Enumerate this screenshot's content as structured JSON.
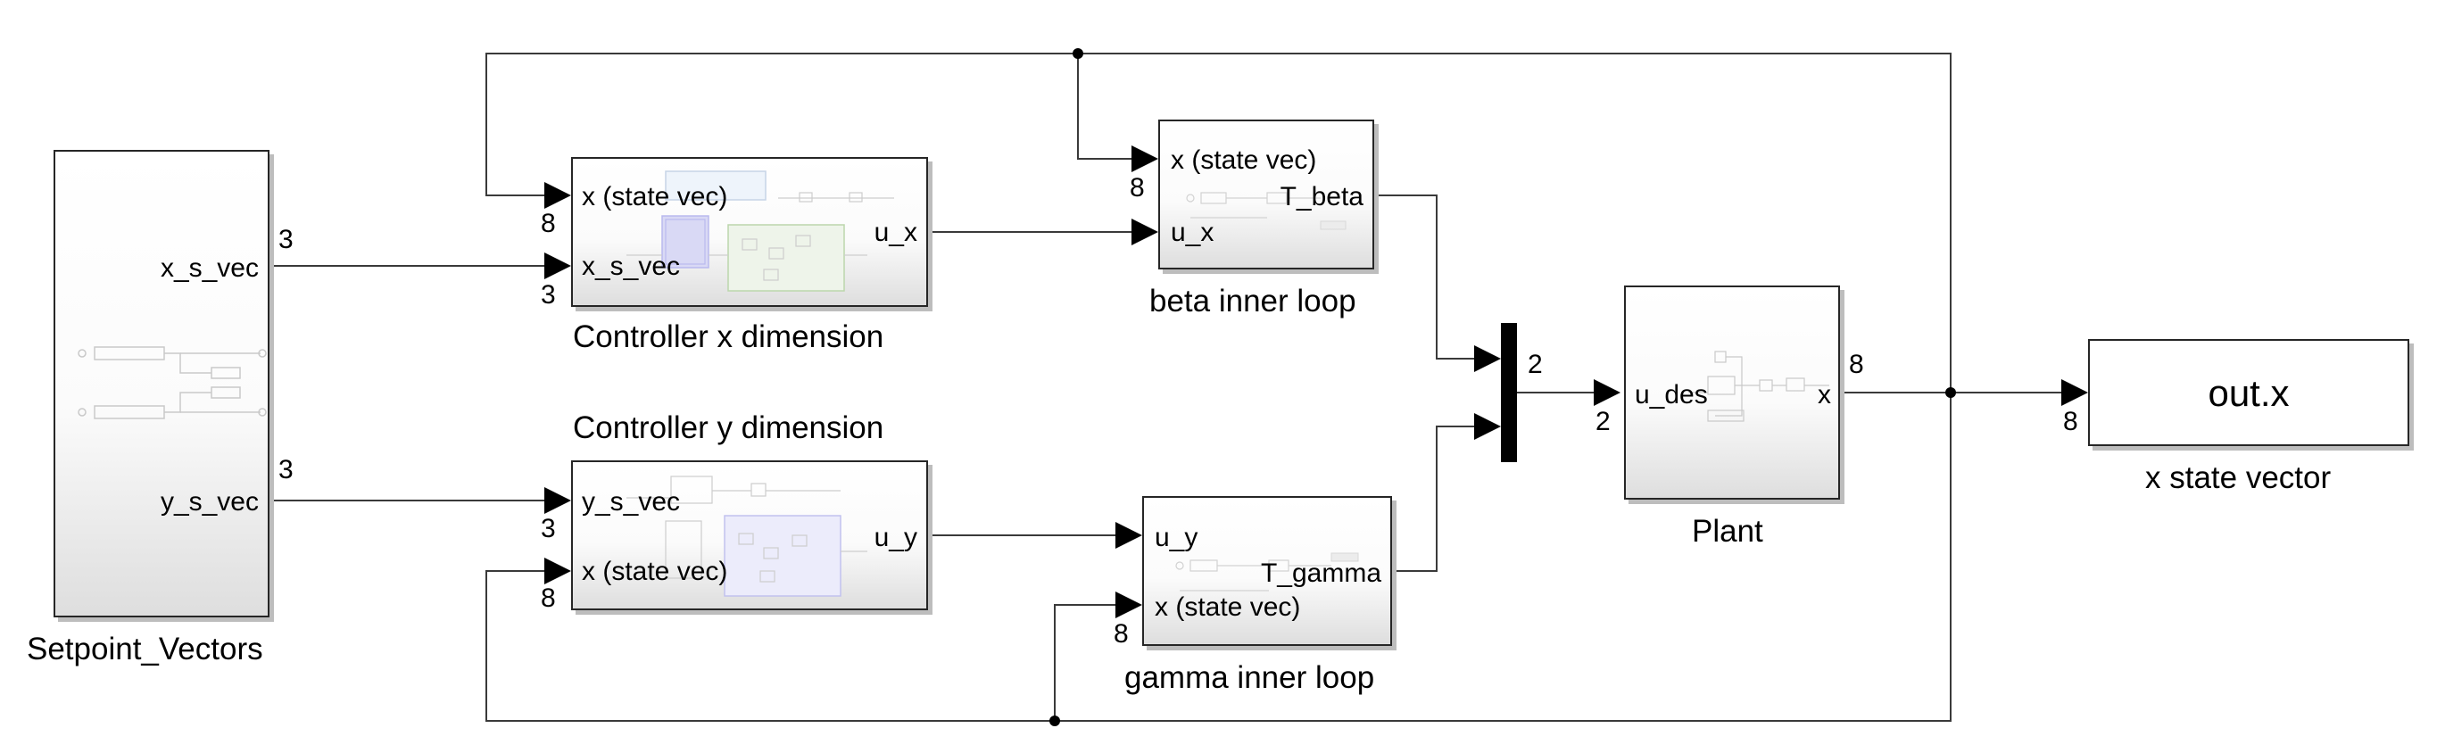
{
  "blocks": {
    "setpoint": {
      "name": "Setpoint_Vectors",
      "out_ports": [
        "x_s_vec",
        "y_s_vec"
      ]
    },
    "ctrl_x": {
      "name": "Controller x dimension",
      "in_ports": [
        "x (state vec)",
        "x_s_vec"
      ],
      "out_port": "u_x"
    },
    "ctrl_y": {
      "name": "Controller y dimension",
      "in_ports": [
        "y_s_vec",
        "x (state vec)"
      ],
      "out_port": "u_y"
    },
    "beta": {
      "name": "beta inner loop",
      "in_ports": [
        "x (state vec)",
        "u_x"
      ],
      "out_port": "T_beta"
    },
    "gamma": {
      "name": "gamma inner loop",
      "in_ports": [
        "u_y",
        "x (state vec)"
      ],
      "out_port": "T_gamma"
    },
    "plant": {
      "name": "Plant",
      "in_port": "u_des",
      "out_port": "x"
    },
    "scope": {
      "name": "x state vector",
      "label": "out.x"
    }
  },
  "signal_dims": {
    "setpoint_x_out": "3",
    "setpoint_y_out": "3",
    "ctrl_x_in1": "8",
    "ctrl_x_in2": "3",
    "ctrl_y_in1": "3",
    "ctrl_y_in2": "8",
    "beta_in1": "8",
    "gamma_in2": "8",
    "mux_out": "2",
    "plant_in": "2",
    "plant_out": "8",
    "out_in": "8"
  },
  "colors": {
    "line": "#3a3a3a",
    "block_border": "#262626",
    "subsystem_preview_blue": "#b9b9ee",
    "subsystem_preview_green": "#bcd6ac"
  }
}
